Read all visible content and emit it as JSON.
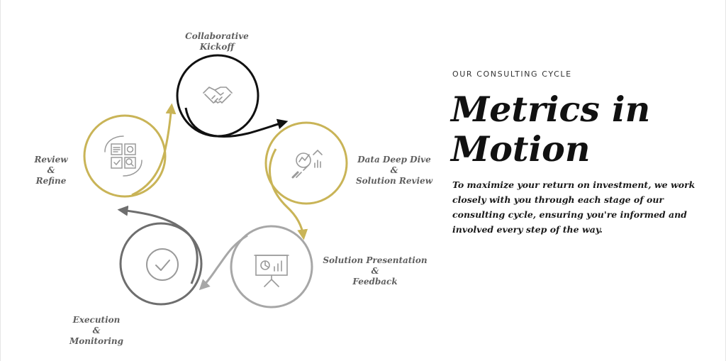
{
  "colors": {
    "black": "#111111",
    "gold": "#c9b457",
    "gray": "#a7a7a7",
    "dark_gray": "#6e6e6e",
    "icon_gray": "#9a9a9a"
  },
  "cycle": {
    "stages": [
      {
        "lines": [
          "Collaborative",
          "Kickoff"
        ],
        "icon": "handshake-icon",
        "color": "black"
      },
      {
        "lines": [
          "Data Deep Dive",
          "&",
          "Solution Review"
        ],
        "icon": "magnifier-chart-icon",
        "color": "gold"
      },
      {
        "lines": [
          "Solution Presentation",
          "&",
          "Feedback"
        ],
        "icon": "presentation-board-icon",
        "color": "gray"
      },
      {
        "lines": [
          "Execution",
          "&",
          "Monitoring"
        ],
        "icon": "checkmark-circle-icon",
        "color": "dark_gray"
      },
      {
        "lines": [
          "Review",
          "&",
          "Refine"
        ],
        "icon": "grid-review-icon",
        "color": "gold"
      }
    ]
  },
  "content": {
    "overline": "OUR CONSULTING CYCLE",
    "headline": [
      "Metrics in",
      "Motion"
    ],
    "description": "To maximize your return on investment, we work closely with you through each stage of our consulting cycle, ensuring you're informed and involved every step of the way."
  }
}
